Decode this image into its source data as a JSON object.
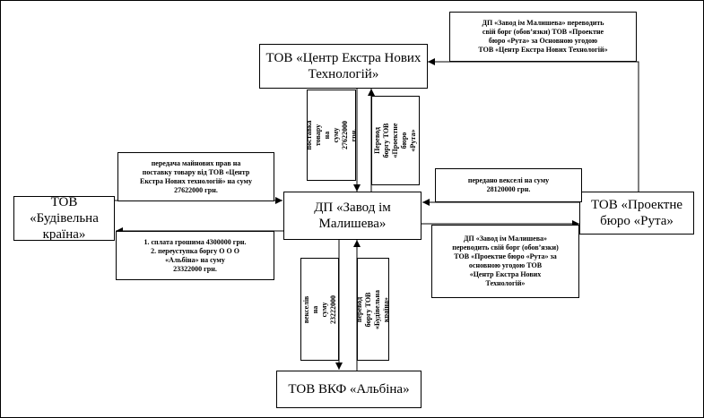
{
  "entities": {
    "centr": "ТОВ «Центр Екстра Нових\nТехнологій»",
    "zavod": "ДП «Завод ім\nМалишева»",
    "budivelna": "ТОВ\n«Будівельна\nкраїна»",
    "ruta": "ТОВ «Проектне\nбюро «Рута»",
    "albina": "ТОВ ВКФ «Альбіна»"
  },
  "notes": {
    "zavod_transfers_debt_to_centr": "ДП «Завод ім Малишева» переводить\nсвій борг (обов’язки) ТОВ «Проектне\nбюро «Рута» за Основною угодою\nТОВ «Центр Екстра Нових Технологій»",
    "property_rights_transfer": "передача майнових прав на\nпоставку товару від ТОВ «Центр\nЕкстра Нових технологій» на суму\n27622000 грн.",
    "supply_goods": "поставка товару на\nсуму 27622000 грн.",
    "debt_transfer_ruta": "Перевод боргу ТОВ\n«Проектне бюро\n«Рута»",
    "bill_transfer_ruta": "передано векселі на суму\n28120000 грн.",
    "zavod_transfers_debt_ruta": "ДП «Завод ім Малишева»\nпереводить свій борг (обов’язки)\nТОВ «Проектне бюро «Рута» за\nосновною угодою ТОВ\n«Центр Екстра Нових\nТехнологій»",
    "payment_budivelna": "1. сплата грошима 4300000 грн.\n2. переуступка боргу  О О О\n«Альбіна» на суму\n23322000 грн.",
    "bill_transfer_albina": "передача векселів на\nсуму 23222000 грн.",
    "debt_transfer_budivelna": "перевод боргу ТОВ\n«Будівельна країна»"
  }
}
